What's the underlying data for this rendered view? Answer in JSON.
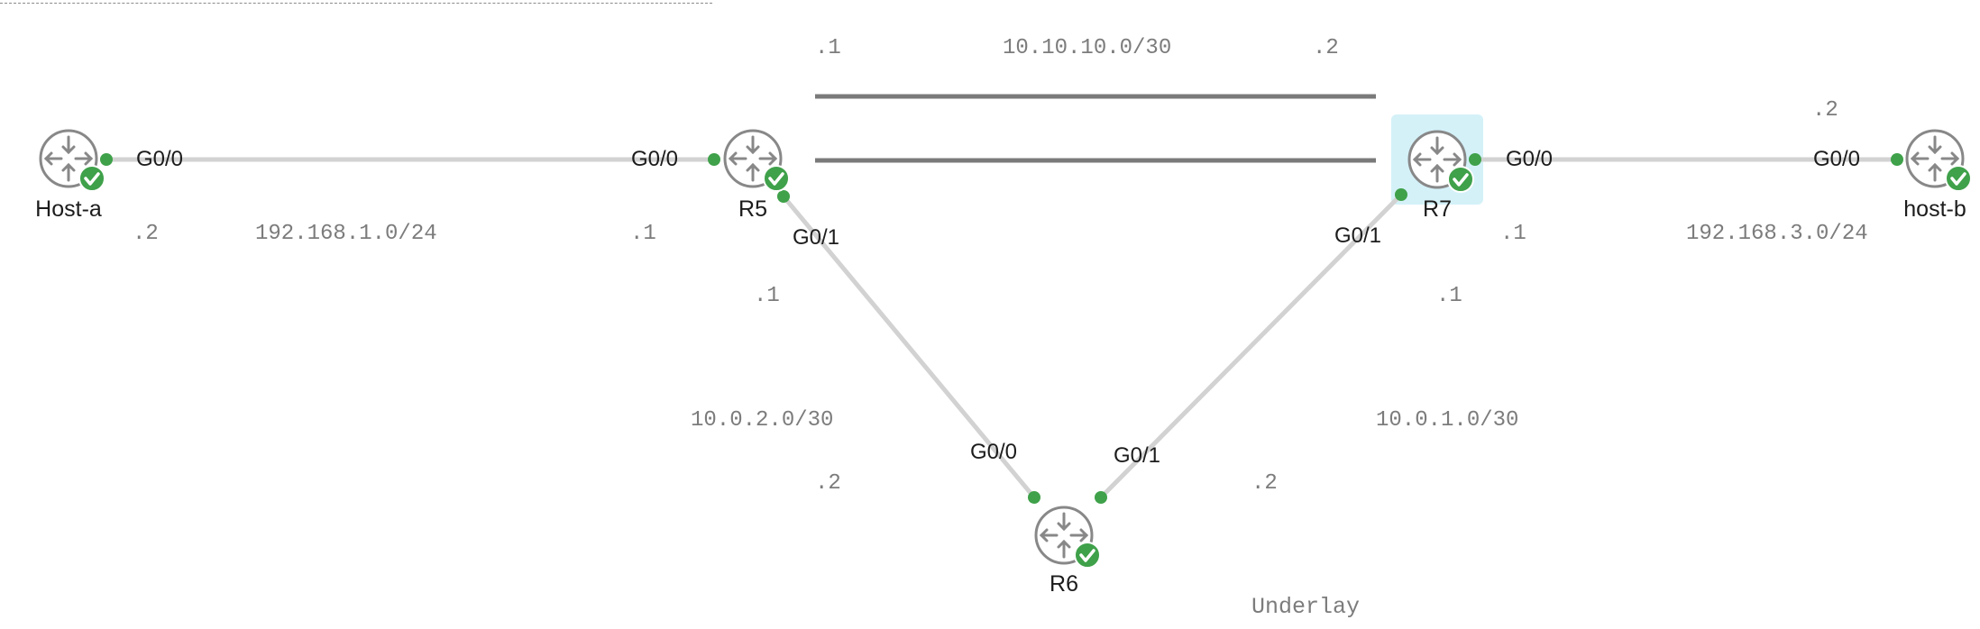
{
  "nodes": {
    "host_a": {
      "name": "Host-a",
      "iface": "G0/0",
      "addr": ".2"
    },
    "r5": {
      "name": "R5",
      "iface_g00": "G0/0",
      "addr_g00": ".1",
      "iface_g01": "G0/1",
      "addr_g01": ".1",
      "tunnel_addr": ".1"
    },
    "r6": {
      "name": "R6",
      "iface_g00": "G0/0",
      "addr_g00": ".2",
      "iface_g01": "G0/1",
      "addr_g01": ".2"
    },
    "r7": {
      "name": "R7",
      "iface_g00": "G0/0",
      "addr_g00": ".1",
      "iface_g01": "G0/1",
      "addr_g01": ".1",
      "tunnel_addr": ".2"
    },
    "host_b": {
      "name": "host-b",
      "iface": "G0/0",
      "addr": ".2"
    }
  },
  "subnets": {
    "left_lan": "192.168.1.0/24",
    "right_lan": "192.168.3.0/24",
    "r5_r6": "10.0.2.0/30",
    "r7_r6": "10.0.1.0/30",
    "tunnel": "10.10.10.0/30"
  },
  "caption": "Underlay",
  "colors": {
    "link": "#d2d2d2",
    "tunnel": "#7a7a7a",
    "port": "#3fa14a",
    "status": "#3fa14a",
    "router": "#888888",
    "selected_bg": "#d4f1f8"
  },
  "icons": {
    "router": "router-icon",
    "status": "check-circle-icon"
  }
}
